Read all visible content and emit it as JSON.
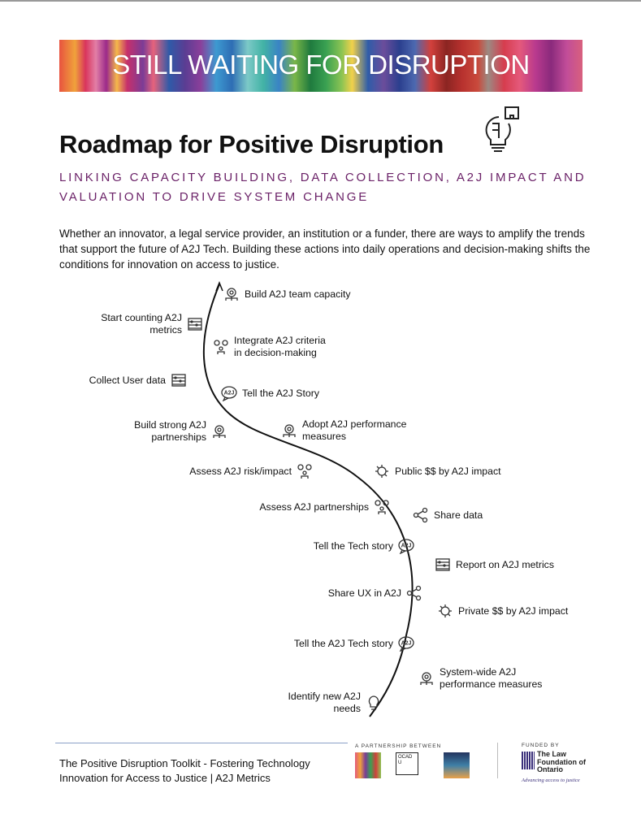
{
  "banner": {
    "title": "STILL WAITING FOR DISRUPTION"
  },
  "title": "Roadmap for Positive Disruption",
  "title_icon": "puzzle-lightbulb-icon",
  "subtitle": "LINKING CAPACITY BUILDING, DATA COLLECTION, A2J IMPACT AND VALUATION TO DRIVE SYSTEM CHANGE",
  "intro": "Whether an innovator, a legal service provider, an institution or a funder, there are ways to amplify the trends that support the future of A2J Tech. Building these actions into daily operations and decision-making shifts the conditions for innovation on access to justice.",
  "bubble_label": "A2J",
  "roadmap": {
    "right": [
      {
        "label": "Build A2J team capacity",
        "icon": "gear-team-icon"
      },
      {
        "label": "Integrate A2J criteria in decision-making",
        "icon": "people-decision-icon"
      },
      {
        "label": "Tell the A2J Story",
        "icon": "speech-bubble-icon"
      },
      {
        "label": "Adopt A2J performance measures",
        "icon": "gear-team-icon"
      },
      {
        "label": "Public $$ by A2J impact",
        "icon": "gear-money-icon"
      },
      {
        "label": "Share data",
        "icon": "share-icon"
      },
      {
        "label": "Report on A2J metrics",
        "icon": "abacus-icon"
      },
      {
        "label": "Private $$ by A2J impact",
        "icon": "gear-money-icon"
      },
      {
        "label": "System-wide A2J performance measures",
        "icon": "gear-team-icon"
      }
    ],
    "left": [
      {
        "label": "Start counting A2J metrics",
        "icon": "abacus-icon"
      },
      {
        "label": "Collect User data",
        "icon": "abacus-icon"
      },
      {
        "label": "Build strong A2J partnerships",
        "icon": "gear-team-icon"
      },
      {
        "label": "Assess A2J risk/impact",
        "icon": "people-decision-icon"
      },
      {
        "label": "Assess A2J partnerships",
        "icon": "people-decision-icon"
      },
      {
        "label": "Tell the Tech story",
        "icon": "speech-bubble-icon"
      },
      {
        "label": "Share UX in A2J",
        "icon": "share-icon"
      },
      {
        "label": "Tell the A2J Tech story",
        "icon": "speech-bubble-icon"
      },
      {
        "label": "Identify new A2J needs",
        "icon": "puzzle-lightbulb-icon"
      }
    ]
  },
  "footer": {
    "text_line1": "The Positive Disruption Toolkit - Fostering Technology",
    "text_line2": "Innovation for Access to Justice | A2J Metrics",
    "partnership_label": "A PARTNERSHIP BETWEEN",
    "ocad_logo": "OCAD U",
    "funded_label": "FUNDED BY",
    "funder_name": "The Law Foundation of Ontario",
    "funder_tagline": "Advancing access to justice"
  },
  "colors": {
    "subtitle": "#6b2268",
    "funder": "#3a2f7a"
  }
}
